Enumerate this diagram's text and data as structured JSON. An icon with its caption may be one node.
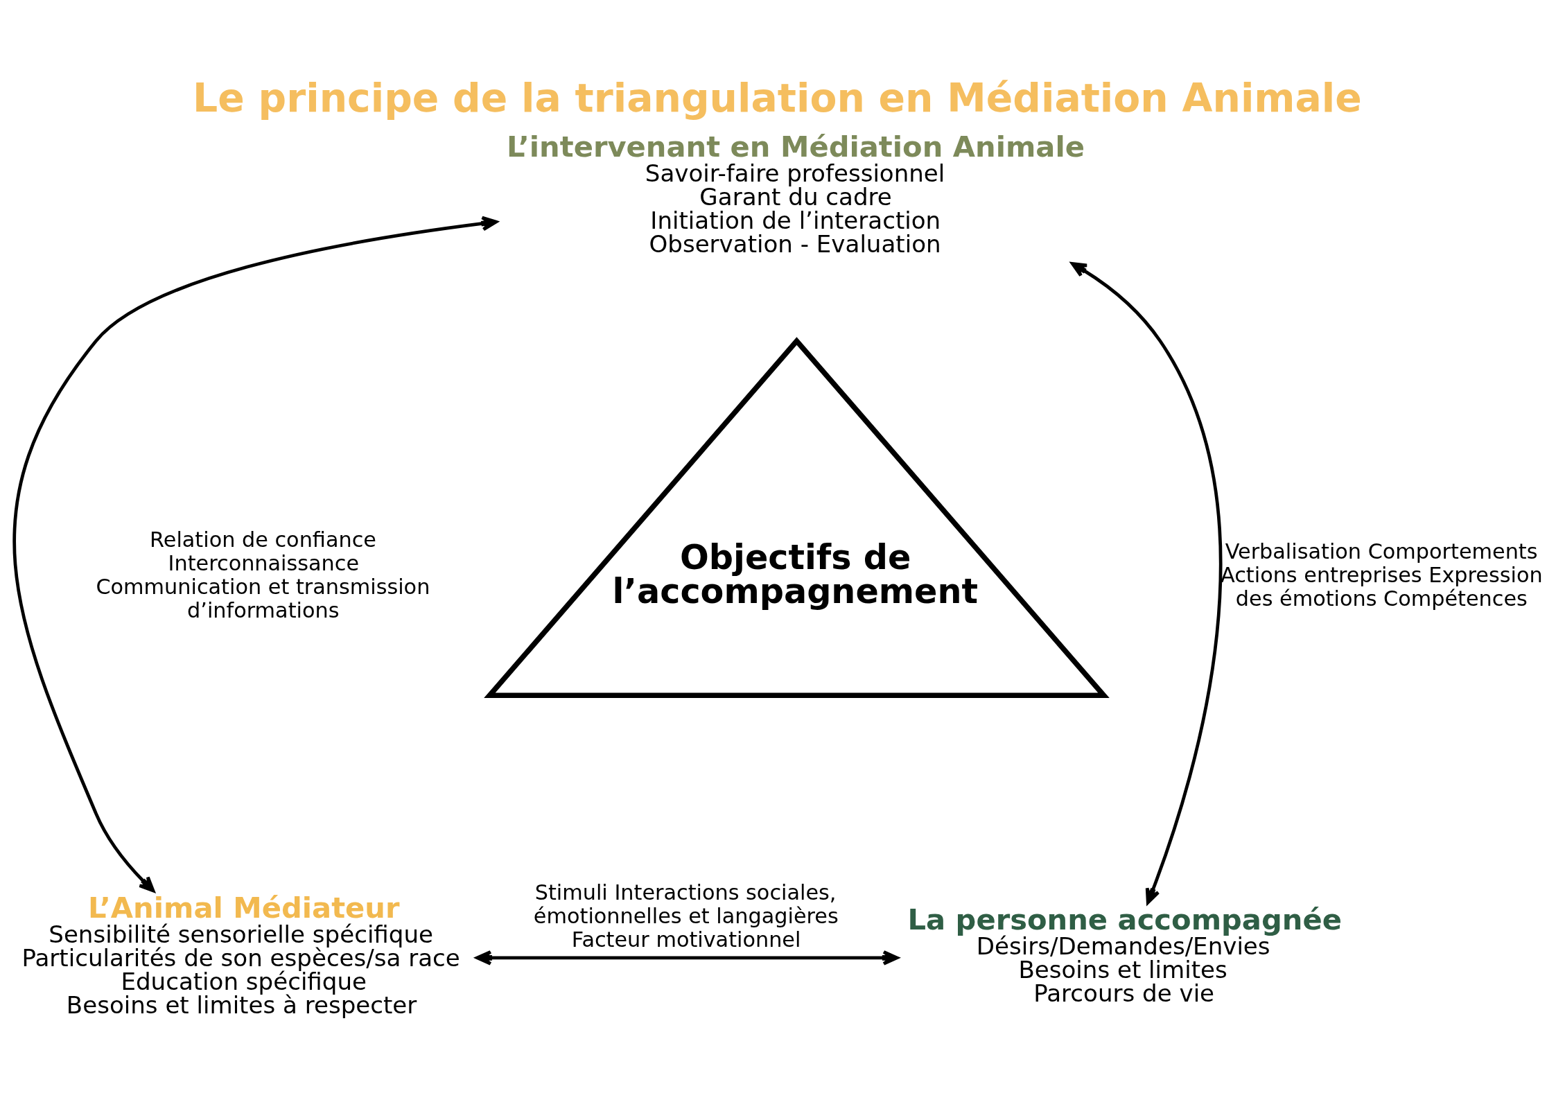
{
  "diagram": {
    "title": "Le principe de la triangulation en Médiation Animale",
    "nodes": [
      {
        "text": [
          "L’intervenant en Médiation Animale",
          "Savoir-faire professionnel",
          "Garant du cadre",
          "Initiation de l’interaction",
          "Observation - Evaluation"
        ]
      },
      {
        "text": [
          "Objectifs de l’accompagnement"
        ]
      },
      {
        "text": [
          "L’Animal Médiateur",
          "Sensibilité sensorielle spécifique",
          "Particularités de son espèces/sa race",
          "Education spécifique",
          "Besoins et limites à respecter"
        ]
      },
      {
        "text": [
          "La personne accompagnée",
          "Désirs/Demandes/Envies",
          "Besoins et limites",
          "Parcours de vie"
        ]
      }
    ],
    "edges": [
      {
        "from": 0,
        "to": 2,
        "arrow": "both",
        "label": "Relation de confiance Interconnaissance Communication et transmission d’informations"
      },
      {
        "from": 0,
        "to": 3,
        "arrow": "both",
        "label": "Verbalisation Comportements Actions entreprises Expression des émotions Compétences"
      },
      {
        "from": 2,
        "to": 3,
        "arrow": "both",
        "label": "Stimuli Interactions sociales, émotionnelles et langagières Facteur motivationnel"
      }
    ]
  }
}
